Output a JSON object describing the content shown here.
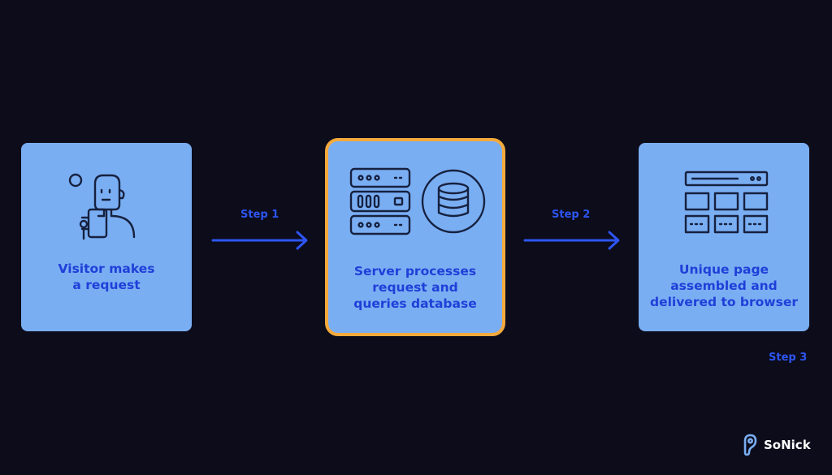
{
  "steps": [
    {
      "card_text": "Visitor makes\na request",
      "icon": "visitor-with-phone-icon"
    },
    {
      "card_text": "Server processes\nrequest and\nqueries database",
      "icon": "server-rack-and-database-icon"
    },
    {
      "card_text": "Unique page\nassembled and\ndelivered to browser",
      "icon": "web-page-layout-icon"
    }
  ],
  "step_labels": [
    "Step 1",
    "Step 2",
    "Step 3"
  ],
  "brand": {
    "name": "SoNick",
    "icon": "ear-logo-icon"
  },
  "colors": {
    "background": "#0c0c1b",
    "card": "#7aaef3",
    "card_text": "#1f3fd8",
    "highlight_border": "#f3a93c",
    "arrow": "#2e55f3",
    "icon_stroke": "#16213f"
  }
}
